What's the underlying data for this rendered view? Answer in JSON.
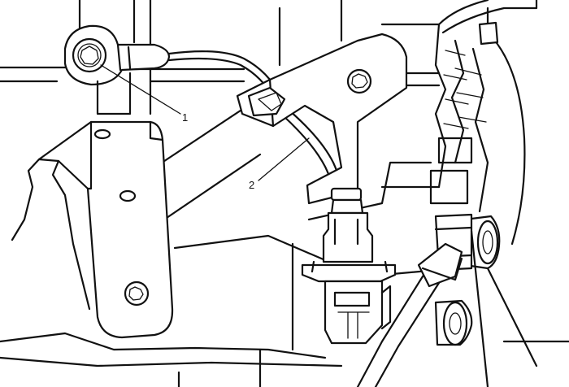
{
  "callouts": [
    {
      "id": "1",
      "label": "1"
    },
    {
      "id": "2",
      "label": "2"
    }
  ],
  "colors": {
    "line": "#111111",
    "background": "#ffffff"
  }
}
